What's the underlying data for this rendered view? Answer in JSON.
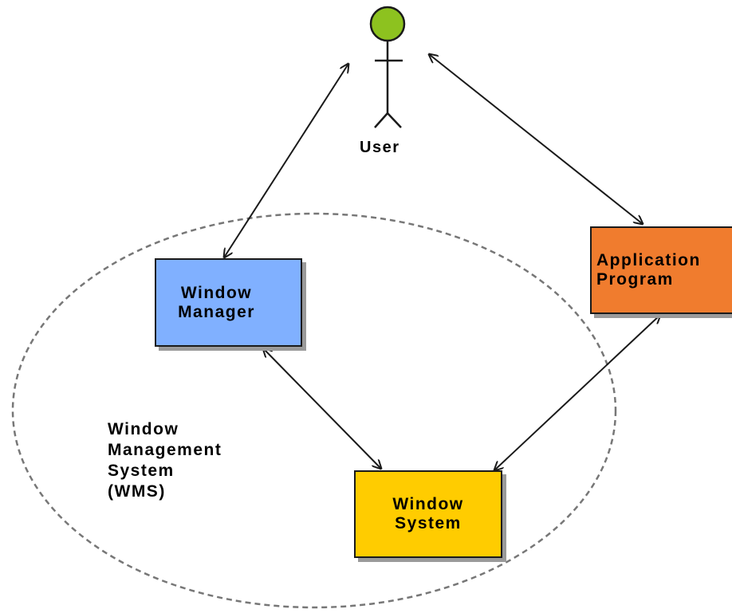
{
  "diagram": {
    "actor": {
      "label": "User",
      "head_color": "#8dc21f"
    },
    "window_manager": {
      "line1": "Window",
      "line2": "Manager",
      "color": "#80b0ff"
    },
    "window_system": {
      "line1": "Window",
      "line2": "System",
      "color": "#ffcc00"
    },
    "application_program": {
      "line1": "Application",
      "line2": "Program",
      "color": "#f07c2e"
    },
    "wms_region": {
      "lines": [
        "Window",
        "Management",
        "System",
        "(WMS)"
      ]
    }
  }
}
